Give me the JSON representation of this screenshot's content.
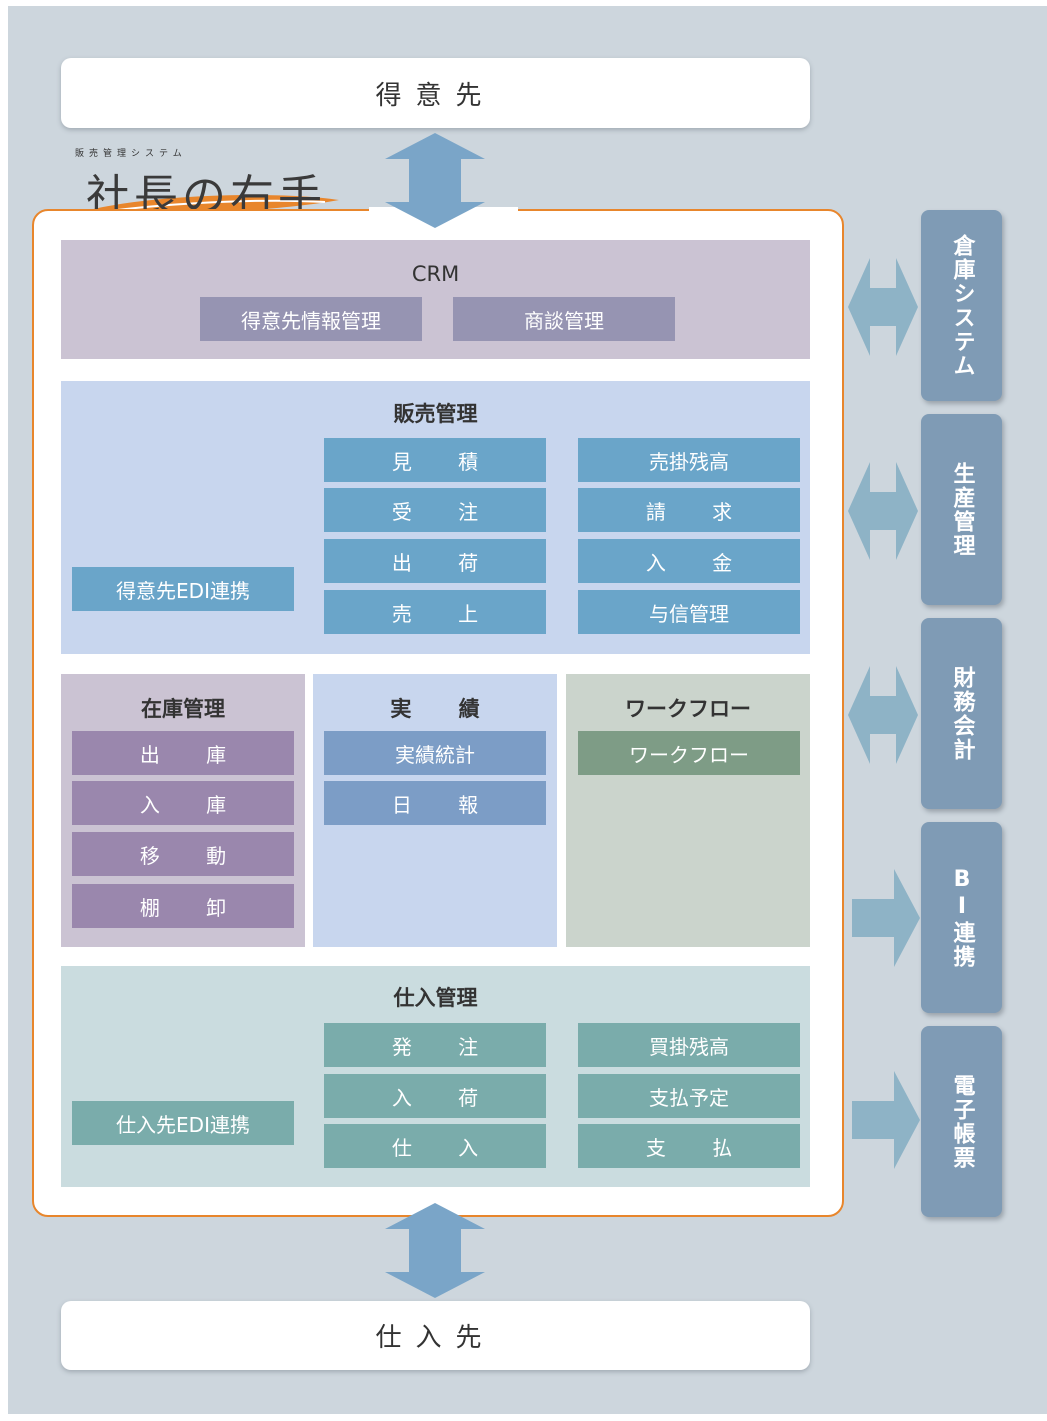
{
  "top_party": "得意先",
  "bottom_party": "仕入先",
  "logo": {
    "small": "販売管理システム",
    "main": "社長の右手"
  },
  "crm": {
    "title": "CRM",
    "items": [
      "得意先情報管理",
      "商談管理"
    ]
  },
  "sales": {
    "title": "販売管理",
    "edi": "得意先EDI連携",
    "col1": [
      "見 積",
      "受 注",
      "出 荷",
      "売 上"
    ],
    "col2": [
      "売掛残高",
      "請 求",
      "入 金",
      "与信管理"
    ]
  },
  "inventory": {
    "title": "在庫管理",
    "items": [
      "出 庫",
      "入 庫",
      "移 動",
      "棚 卸"
    ]
  },
  "results": {
    "title": "実 績",
    "items": [
      "実績統計",
      "日 報"
    ]
  },
  "workflow": {
    "title": "ワークフロー",
    "items": [
      "ワークフロー"
    ]
  },
  "purchase": {
    "title": "仕入管理",
    "edi": "仕入先EDI連携",
    "col1": [
      "発 注",
      "入 荷",
      "仕 入"
    ],
    "col2": [
      "買掛残高",
      "支払予定",
      "支 払"
    ]
  },
  "side_systems": [
    "倉庫システム",
    "生産管理",
    "財務会計",
    "BI連携",
    "電子帳票"
  ],
  "colors": {
    "crm": "#9694b2",
    "sales": "#6aa5c9",
    "inventory": "#9a87ad",
    "results": "#7c9dc6",
    "workflow": "#7e9c86",
    "purchase": "#7aacab",
    "side": "#7f9bb5",
    "border": "#e8862c"
  }
}
